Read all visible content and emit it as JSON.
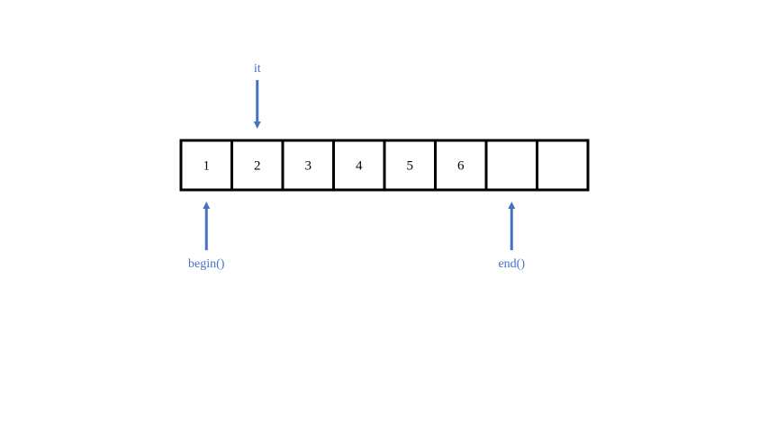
{
  "array": {
    "cells": [
      "1",
      "2",
      "3",
      "4",
      "5",
      "6",
      "",
      ""
    ]
  },
  "pointers": {
    "it": {
      "label": "it",
      "index": 1,
      "direction": "down"
    },
    "begin": {
      "label": "begin()",
      "index": 0,
      "direction": "up"
    },
    "end": {
      "label": "end()",
      "index": 6,
      "direction": "up"
    }
  },
  "colors": {
    "pointer": "#4472C4",
    "cell_border": "#000000",
    "cell_text": "#000000"
  }
}
